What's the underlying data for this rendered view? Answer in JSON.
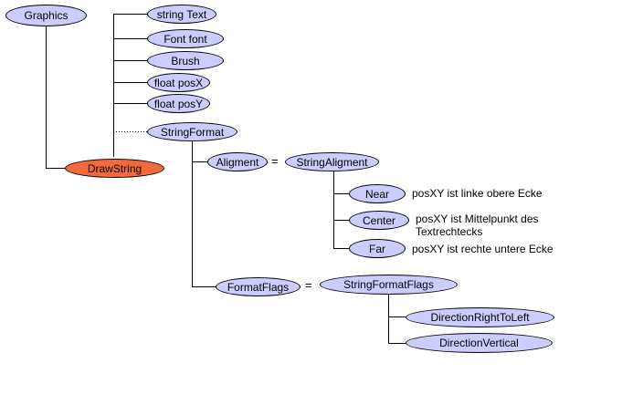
{
  "nodes": {
    "graphics": "Graphics",
    "drawstring": "DrawString",
    "string_text": "string Text",
    "font_font": "Font font",
    "brush": "Brush",
    "float_posx": "float posX",
    "float_posy": "float posY",
    "stringformat": "StringFormat",
    "aligment": "Aligment",
    "stringaligment": "StringAligment",
    "near": "Near",
    "center": "Center",
    "far": "Far",
    "formatflags": "FormatFlags",
    "stringformatflags": "StringFormatFlags",
    "directionrighttoleft": "DirectionRightToLeft",
    "directionvertical": "DirectionVertical"
  },
  "equals": "=",
  "descriptions": {
    "near": "posXY ist linke obere Ecke",
    "center_line1": "posXY ist Mittelpunkt des",
    "center_line2": "Textrechtecks",
    "far": "posXY ist rechte untere Ecke"
  },
  "colors": {
    "node_fill": "#ccccff",
    "accent_fill": "#f26a3c",
    "line": "#000000"
  }
}
